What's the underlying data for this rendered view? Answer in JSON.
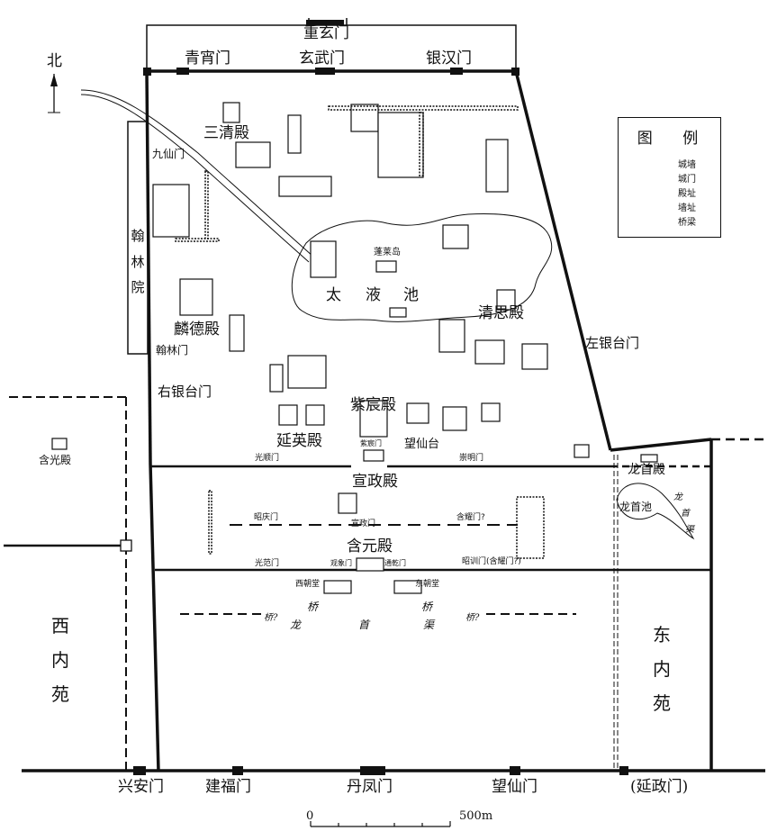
{
  "north_label": "北",
  "gates_top": {
    "chongxuan": "重玄门",
    "qingxiao": "青宵门",
    "xuanwu": "玄武门",
    "yinhan": "银汉门"
  },
  "halls": {
    "sanqing": "三清殿",
    "linde": "麟德殿",
    "qingsi": "清思殿",
    "zichen": "紫宸殿",
    "yanying": "延英殿",
    "xuanzheng": "宣政殿",
    "hanyuan": "含元殿",
    "hanguang": "含光殿",
    "longshou": "龙首殿",
    "wangxiantai": "望仙台",
    "penglaidao": "蓬莱岛"
  },
  "lake": {
    "chars": [
      "太",
      "液",
      "池"
    ]
  },
  "side_gates": {
    "jiuxian": "九仙门",
    "hanlin_gate": "翰林门",
    "you_yintai": "右银台门",
    "zuo_yintai": "左银台门"
  },
  "hanlin_yuan": [
    "翰",
    "林",
    "院"
  ],
  "inner_gates": {
    "guangshun": "光顺门",
    "chongming": "崇明门",
    "zichen_gate": "紫宸门",
    "zhaoqing": "昭庆门",
    "xuanzheng_gate": "宣政门",
    "hanyao": "含耀门?",
    "guangfan": "光范门",
    "zhaoxun": "昭训门(含耀门?)",
    "guanxiang": "观象门",
    "tongqian": "通乾门",
    "xichao": "西朝堂",
    "dongchao": "东朝堂"
  },
  "bridge_marks": {
    "qiao_q": "桥?",
    "qiao": "桥",
    "long": "龙",
    "shou": "首",
    "qu": "渠"
  },
  "longshou_pool": {
    "name": "龙首池",
    "qu": [
      "龙",
      "首",
      "渠"
    ]
  },
  "parks": {
    "west": [
      "西",
      "内",
      "苑"
    ],
    "east": [
      "东",
      "内",
      "苑"
    ]
  },
  "gates_bottom": {
    "xingan": "兴安门",
    "jianfu": "建福门",
    "danfeng": "丹凤门",
    "wangxian": "望仙门",
    "yanzheng": "(延政门)"
  },
  "scale": {
    "zero": "0",
    "end": "500m"
  },
  "legend": {
    "title": "图 例",
    "items": [
      {
        "symbol": "wall",
        "label": "城墙"
      },
      {
        "symbol": "gate",
        "label": "城门"
      },
      {
        "symbol": "hall-site",
        "label": "殿址"
      },
      {
        "symbol": "wall-site",
        "label": "墙址"
      },
      {
        "symbol": "bridge",
        "label": "桥梁"
      }
    ]
  },
  "colors": {
    "ink": "#111111",
    "paper": "#ffffff"
  }
}
